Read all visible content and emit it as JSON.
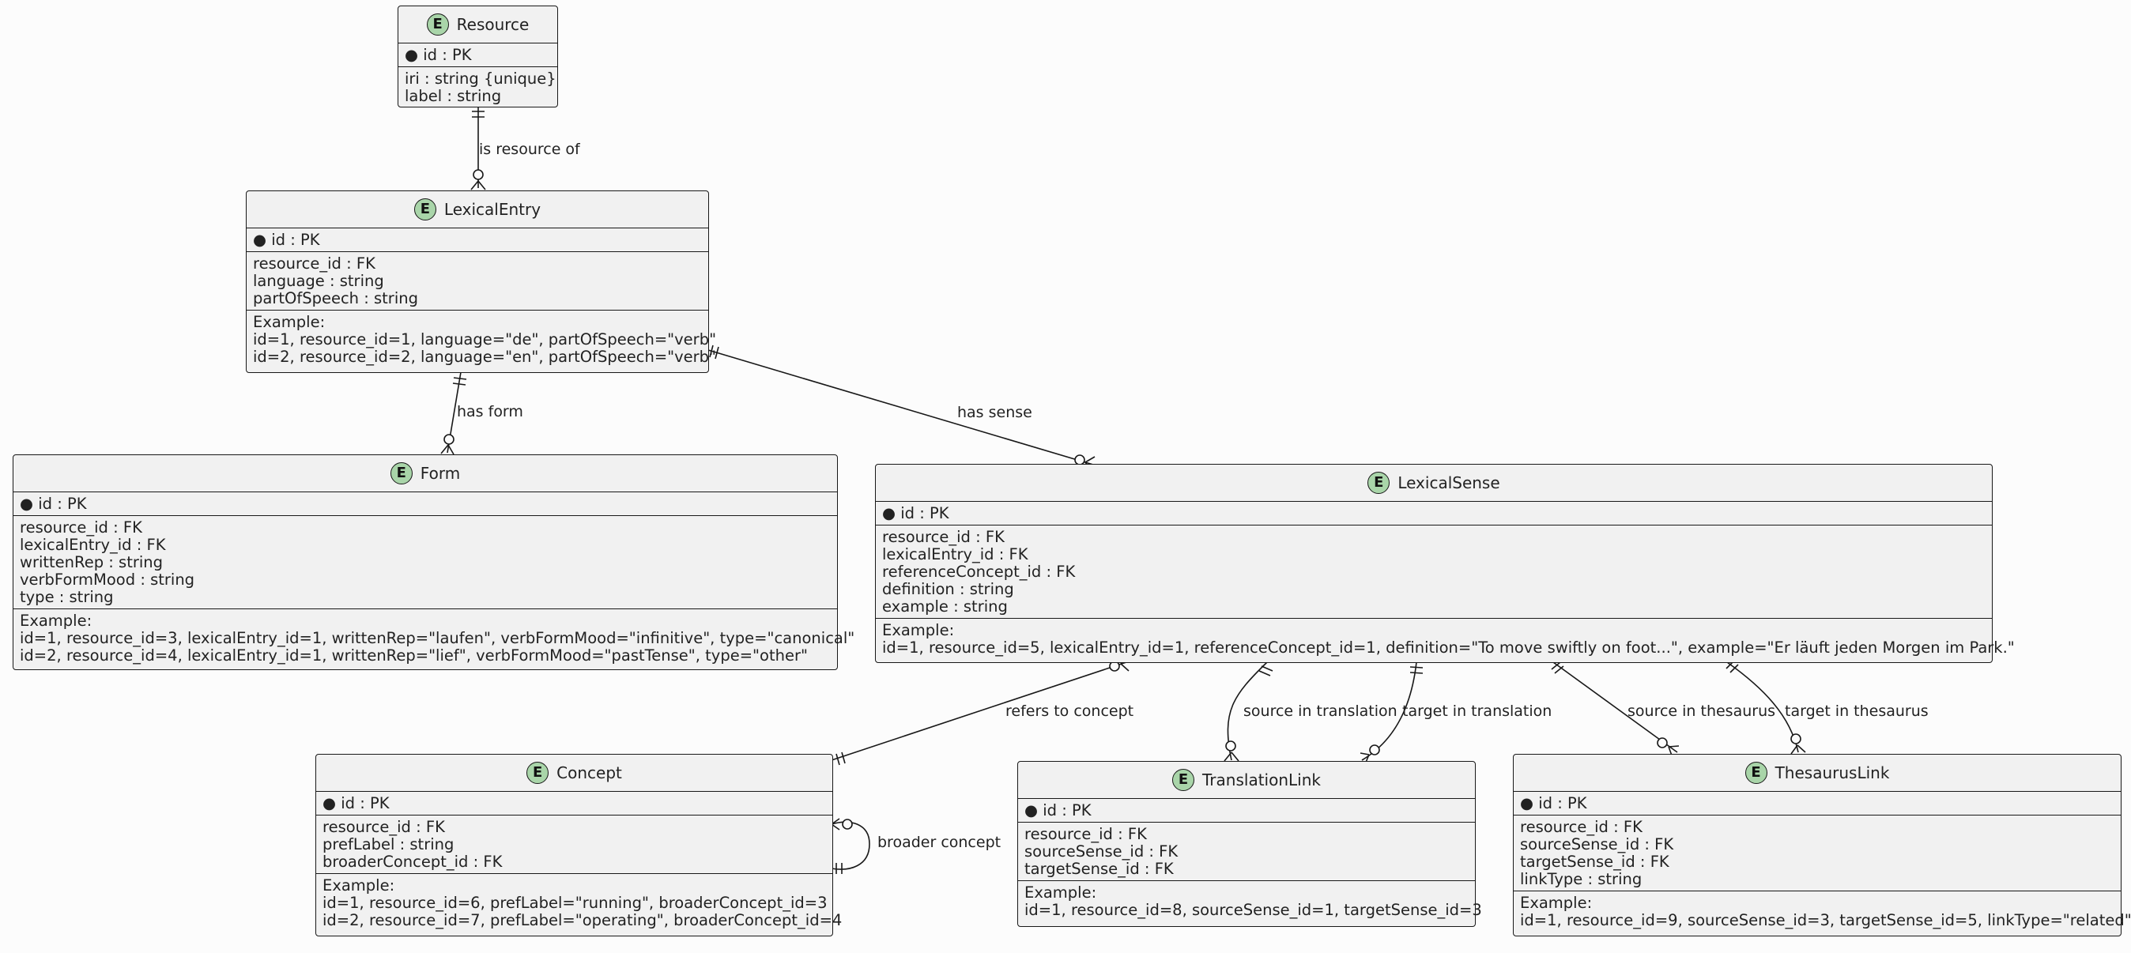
{
  "entities": {
    "resource": {
      "name": "Resource",
      "badge": "E",
      "pk": [
        "● id : PK"
      ],
      "attrs": [
        "iri : string {unique}",
        "label : string"
      ],
      "example": []
    },
    "lexicalentry": {
      "name": "LexicalEntry",
      "badge": "E",
      "pk": [
        "● id : PK"
      ],
      "attrs": [
        "resource_id : FK",
        "language : string",
        "partOfSpeech : string"
      ],
      "example": [
        "Example:",
        "id=1, resource_id=1, language=\"de\", partOfSpeech=\"verb\"",
        "id=2, resource_id=2, language=\"en\", partOfSpeech=\"verb\""
      ]
    },
    "form": {
      "name": "Form",
      "badge": "E",
      "pk": [
        "● id : PK"
      ],
      "attrs": [
        "resource_id : FK",
        "lexicalEntry_id : FK",
        "writtenRep : string",
        "verbFormMood : string",
        "type : string"
      ],
      "example": [
        "Example:",
        "id=1, resource_id=3, lexicalEntry_id=1, writtenRep=\"laufen\", verbFormMood=\"infinitive\", type=\"canonical\"",
        "id=2, resource_id=4, lexicalEntry_id=1, writtenRep=\"lief\", verbFormMood=\"pastTense\", type=\"other\""
      ]
    },
    "lexicalsense": {
      "name": "LexicalSense",
      "badge": "E",
      "pk": [
        "● id : PK"
      ],
      "attrs": [
        "resource_id : FK",
        "lexicalEntry_id : FK",
        "referenceConcept_id : FK",
        "definition : string",
        "example : string"
      ],
      "example": [
        "Example:",
        "id=1, resource_id=5, lexicalEntry_id=1, referenceConcept_id=1, definition=\"To move swiftly on foot...\", example=\"Er läuft jeden Morgen im Park.\""
      ]
    },
    "concept": {
      "name": "Concept",
      "badge": "E",
      "pk": [
        "● id : PK"
      ],
      "attrs": [
        "resource_id : FK",
        "prefLabel : string",
        "broaderConcept_id : FK"
      ],
      "example": [
        "Example:",
        "id=1, resource_id=6, prefLabel=\"running\", broaderConcept_id=3",
        "id=2, resource_id=7, prefLabel=\"operating\", broaderConcept_id=4"
      ]
    },
    "translationlink": {
      "name": "TranslationLink",
      "badge": "E",
      "pk": [
        "● id : PK"
      ],
      "attrs": [
        "resource_id : FK",
        "sourceSense_id : FK",
        "targetSense_id : FK"
      ],
      "example": [
        "Example:",
        "id=1, resource_id=8, sourceSense_id=1, targetSense_id=3"
      ]
    },
    "thesauruslink": {
      "name": "ThesaurusLink",
      "badge": "E",
      "pk": [
        "● id : PK"
      ],
      "attrs": [
        "resource_id : FK",
        "sourceSense_id : FK",
        "targetSense_id : FK",
        "linkType : string"
      ],
      "example": [
        "Example:",
        "id=1, resource_id=9, sourceSense_id=3, targetSense_id=5, linkType=\"related\""
      ]
    }
  },
  "relations": {
    "is_resource_of": "is resource of",
    "has_form": "has form",
    "has_sense": "has sense",
    "refers_to_concept": "refers to concept",
    "source_in_translation": "source in translation",
    "target_in_translation": "target in translation",
    "source_in_thesaurus": "source in thesaurus",
    "target_in_thesaurus": "target in thesaurus",
    "broader_concept": "broader concept"
  },
  "colors": {
    "entity_fill": "#f1f1f1",
    "badge_fill": "#a9d5a9",
    "line": "#181818"
  }
}
